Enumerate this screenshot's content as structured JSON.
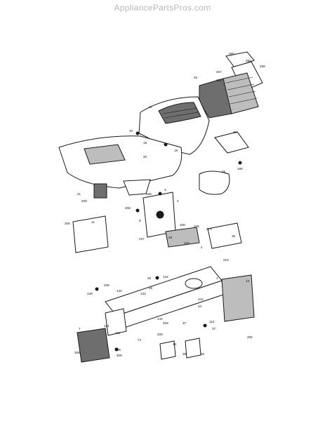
{
  "watermark": "AppliancePartsPros.com",
  "diagram": {
    "callouts": [
      {
        "id": "c-259",
        "text": "259"
      },
      {
        "id": "c-260",
        "text": "260"
      },
      {
        "id": "c-258",
        "text": "258"
      },
      {
        "id": "c-257",
        "text": "257"
      },
      {
        "id": "c-26",
        "text": "26"
      },
      {
        "id": "c-251",
        "text": "251"
      },
      {
        "id": "c-17",
        "text": "17"
      },
      {
        "id": "c-10",
        "text": "10"
      },
      {
        "id": "c-18",
        "text": "18"
      },
      {
        "id": "c-20",
        "text": "20"
      },
      {
        "id": "c-19",
        "text": "19"
      },
      {
        "id": "c-38",
        "text": "38"
      },
      {
        "id": "c-186",
        "text": "186"
      },
      {
        "id": "c-55",
        "text": "55"
      },
      {
        "id": "c-21",
        "text": "21"
      },
      {
        "id": "c-209",
        "text": "209"
      },
      {
        "id": "c-158",
        "text": "158"
      },
      {
        "id": "c-3",
        "text": "3"
      },
      {
        "id": "c-2",
        "text": "2"
      },
      {
        "id": "c-208",
        "text": "208"
      },
      {
        "id": "c-9",
        "text": "9"
      },
      {
        "id": "c-209b",
        "text": "209"
      },
      {
        "id": "c-11",
        "text": "11"
      },
      {
        "id": "c-248",
        "text": "248"
      },
      {
        "id": "c-208b",
        "text": "208"
      },
      {
        "id": "c-237",
        "text": "237"
      },
      {
        "id": "c-29",
        "text": "29"
      },
      {
        "id": "c-240",
        "text": "240"
      },
      {
        "id": "c-4",
        "text": "4"
      },
      {
        "id": "c-273",
        "text": "273"
      },
      {
        "id": "c-36",
        "text": "36"
      },
      {
        "id": "c-215",
        "text": "215"
      },
      {
        "id": "c-25",
        "text": "25"
      },
      {
        "id": "c-142",
        "text": "142"
      },
      {
        "id": "c-1",
        "text": "1"
      },
      {
        "id": "c-208c",
        "text": "208"
      },
      {
        "id": "c-149",
        "text": "149"
      },
      {
        "id": "c-142b",
        "text": "142"
      },
      {
        "id": "c-143",
        "text": "143"
      },
      {
        "id": "c-26b",
        "text": "26"
      },
      {
        "id": "c-13",
        "text": "13"
      },
      {
        "id": "c-144",
        "text": "144"
      },
      {
        "id": "c-34",
        "text": "34"
      },
      {
        "id": "c-7",
        "text": "7"
      },
      {
        "id": "c-114",
        "text": "114"
      },
      {
        "id": "c-211",
        "text": "211"
      },
      {
        "id": "c-142c",
        "text": "142"
      },
      {
        "id": "c-209c",
        "text": "209"
      },
      {
        "id": "c-74",
        "text": "74"
      },
      {
        "id": "c-208d",
        "text": "208"
      },
      {
        "id": "c-37",
        "text": "37"
      },
      {
        "id": "c-110",
        "text": "110"
      },
      {
        "id": "c-37b",
        "text": "37"
      },
      {
        "id": "c-209d",
        "text": "209"
      },
      {
        "id": "c-208e",
        "text": "208"
      },
      {
        "id": "c-266",
        "text": "266"
      },
      {
        "id": "c-14",
        "text": "14"
      },
      {
        "id": "c-39",
        "text": "39"
      },
      {
        "id": "c-32",
        "text": "32"
      },
      {
        "id": "c-205",
        "text": "205"
      }
    ]
  }
}
